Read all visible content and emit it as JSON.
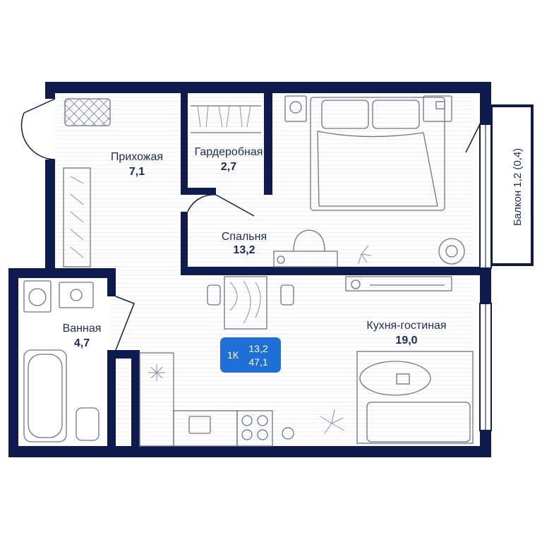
{
  "rooms": [
    {
      "id": "hallway",
      "name": "Прихожая",
      "area": "7,1"
    },
    {
      "id": "wardrobe",
      "name": "Гардеробная",
      "area": "2,7"
    },
    {
      "id": "bedroom",
      "name": "Спальня",
      "area": "13,2"
    },
    {
      "id": "bathroom",
      "name": "Ванная",
      "area": "4,7"
    },
    {
      "id": "kitchen-living",
      "name": "Кухня-гостиная",
      "area": "19,0"
    }
  ],
  "balcony": {
    "label": "Балкон 1,2 (0,4)"
  },
  "badge": {
    "type": "1К",
    "living_area": "13,2",
    "total_area": "47,1",
    "color": "#1f6fd6"
  },
  "colors": {
    "wall": "#0f1a4f",
    "text": "#1b2a5c",
    "floor_line": "#e6e8ee"
  }
}
